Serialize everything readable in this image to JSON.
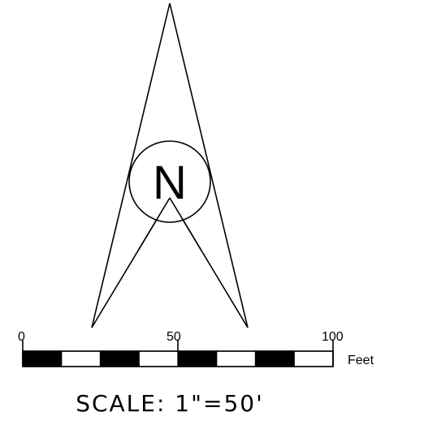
{
  "north_arrow": {
    "letter": "N",
    "icon": "north-arrow-icon"
  },
  "scale_bar": {
    "ticks": [
      "0",
      "50",
      "100"
    ],
    "unit": "Feet",
    "segments": 8,
    "fill_pattern": [
      "black",
      "white",
      "black",
      "white",
      "black",
      "white",
      "black",
      "white"
    ]
  },
  "caption": {
    "text": "SCALE:  1\"=50'"
  },
  "colors": {
    "ink": "#000000",
    "background": "#ffffff"
  }
}
